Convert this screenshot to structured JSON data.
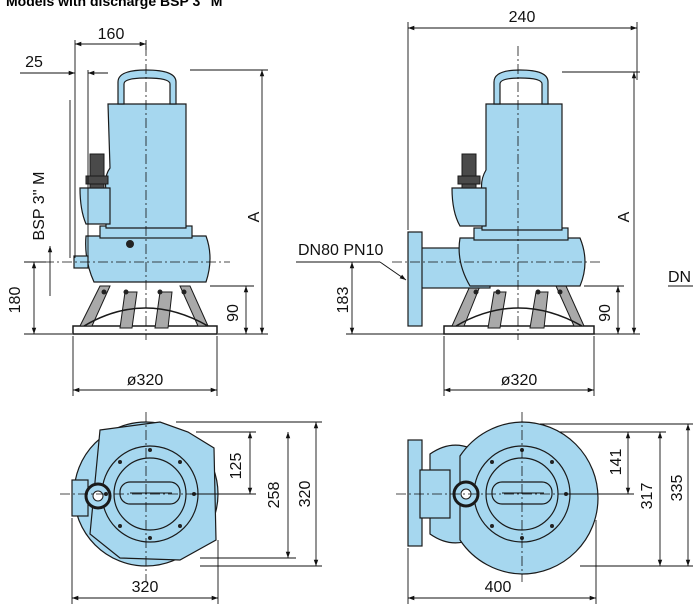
{
  "heading": "Models with discharge BSP 3\" M",
  "colors": {
    "pump_fill": "#a6d7ef",
    "outline": "#1a1a1a",
    "stand": "#a9a9a9"
  },
  "left_side_view": {
    "width_top": "160",
    "offset": "25",
    "discharge_thread": "BSP 3'' M",
    "height_label": "A",
    "outlet_height": "180",
    "stand_height": "90",
    "base_diameter": "ø320"
  },
  "right_side_view": {
    "width_top": "240",
    "flange": "DN80 PN10",
    "height_label": "A",
    "outlet_height": "183",
    "stand_height": "90",
    "base_diameter": "ø320",
    "cut_label": "DN"
  },
  "left_plan_view": {
    "dim_125": "125",
    "dim_258": "258",
    "dim_320_vertical": "320",
    "dim_320_horizontal": "320"
  },
  "right_plan_view": {
    "dim_141": "141",
    "dim_317": "317",
    "dim_335": "335",
    "dim_400": "400"
  }
}
